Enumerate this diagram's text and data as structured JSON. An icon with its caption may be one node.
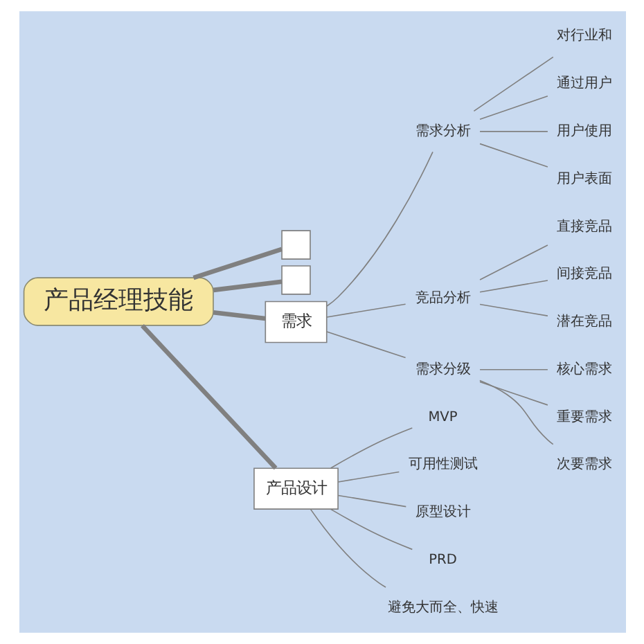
{
  "diagram": {
    "nodes": [
      {
        "text": [
          "产品经理技能"
        ]
      },
      {
        "text": [],
        "shape": "box"
      },
      {
        "text": [],
        "shape": "box"
      },
      {
        "text": [
          "需求"
        ]
      },
      {
        "text": [
          "产品设计"
        ]
      },
      {
        "text": [
          "需求分析"
        ]
      },
      {
        "text": [
          "竞品分析"
        ]
      },
      {
        "text": [
          "需求分级"
        ]
      },
      {
        "text": [
          "对行业和"
        ]
      },
      {
        "text": [
          "通过用户"
        ]
      },
      {
        "text": [
          "用户使用"
        ]
      },
      {
        "text": [
          "用户表面"
        ]
      },
      {
        "text": [
          "直接竞品"
        ]
      },
      {
        "text": [
          "间接竞品"
        ]
      },
      {
        "text": [
          "潜在竞品"
        ]
      },
      {
        "text": [
          "核心需求"
        ]
      },
      {
        "text": [
          "重要需求"
        ]
      },
      {
        "text": [
          "次要需求"
        ]
      },
      {
        "text": [
          "MVP"
        ]
      },
      {
        "text": [
          "可用性测试"
        ]
      },
      {
        "text": [
          "原型设计"
        ]
      },
      {
        "text": [
          "PRD"
        ]
      },
      {
        "text": [
          "避免大而全、快速"
        ]
      }
    ],
    "edges": [
      {
        "from": 0,
        "to": 1,
        "arrow": "none",
        "style": "thick"
      },
      {
        "from": 0,
        "to": 2,
        "arrow": "none",
        "style": "thick"
      },
      {
        "from": 0,
        "to": 3,
        "arrow": "none",
        "style": "thick"
      },
      {
        "from": 0,
        "to": 4,
        "arrow": "none",
        "style": "thick"
      },
      {
        "from": 3,
        "to": 5,
        "arrow": "none"
      },
      {
        "from": 3,
        "to": 6,
        "arrow": "none"
      },
      {
        "from": 3,
        "to": 7,
        "arrow": "none"
      },
      {
        "from": 5,
        "to": 8,
        "arrow": "none"
      },
      {
        "from": 5,
        "to": 9,
        "arrow": "none"
      },
      {
        "from": 5,
        "to": 10,
        "arrow": "none"
      },
      {
        "from": 5,
        "to": 11,
        "arrow": "none"
      },
      {
        "from": 6,
        "to": 12,
        "arrow": "none"
      },
      {
        "from": 6,
        "to": 13,
        "arrow": "none"
      },
      {
        "from": 6,
        "to": 14,
        "arrow": "none"
      },
      {
        "from": 7,
        "to": 15,
        "arrow": "none"
      },
      {
        "from": 7,
        "to": 16,
        "arrow": "none"
      },
      {
        "from": 7,
        "to": 17,
        "arrow": "none"
      },
      {
        "from": 4,
        "to": 18,
        "arrow": "none"
      },
      {
        "from": 4,
        "to": 19,
        "arrow": "none"
      },
      {
        "from": 4,
        "to": 20,
        "arrow": "none"
      },
      {
        "from": 4,
        "to": 21,
        "arrow": "none"
      },
      {
        "from": 4,
        "to": 22,
        "arrow": "none"
      }
    ]
  }
}
